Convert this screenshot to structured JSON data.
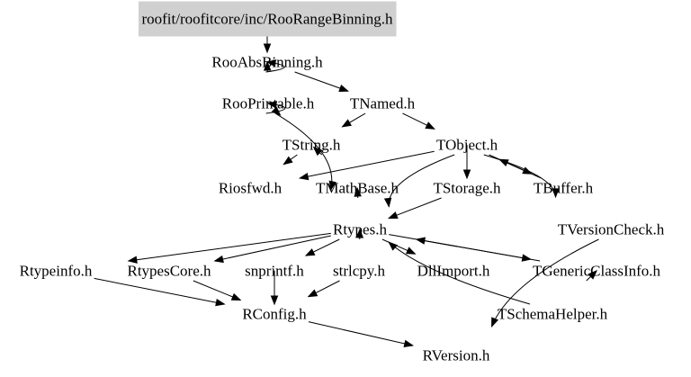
{
  "diagram": {
    "root": {
      "id": "root",
      "label": "roofit/roofitcore/inc/RooRangeBinning.h"
    },
    "nodes": [
      {
        "id": "RooAbsBinning",
        "label": "RooAbsBinning.h"
      },
      {
        "id": "RooPrintable",
        "label": "RooPrintable.h"
      },
      {
        "id": "TNamed",
        "label": "TNamed.h"
      },
      {
        "id": "TString",
        "label": "TString.h"
      },
      {
        "id": "TObject",
        "label": "TObject.h"
      },
      {
        "id": "Riosfwd",
        "label": "Riosfwd.h"
      },
      {
        "id": "TMathBase",
        "label": "TMathBase.h"
      },
      {
        "id": "TStorage",
        "label": "TStorage.h"
      },
      {
        "id": "TBuffer",
        "label": "TBuffer.h"
      },
      {
        "id": "Rtypes",
        "label": "Rtypes.h"
      },
      {
        "id": "TVersionCheck",
        "label": "TVersionCheck.h"
      },
      {
        "id": "Rtypeinfo",
        "label": "Rtypeinfo.h"
      },
      {
        "id": "RtypesCore",
        "label": "RtypesCore.h"
      },
      {
        "id": "snprintf",
        "label": "snprintf.h"
      },
      {
        "id": "strlcpy",
        "label": "strlcpy.h"
      },
      {
        "id": "DllImport",
        "label": "DllImport.h"
      },
      {
        "id": "TGenericClassInfo",
        "label": "TGenericClassInfo.h"
      },
      {
        "id": "RConfig",
        "label": "RConfig.h"
      },
      {
        "id": "TSchemaHelper",
        "label": "TSchemaHelper.h"
      },
      {
        "id": "RVersion",
        "label": "RVersion.h"
      }
    ],
    "edges": [
      {
        "from": "root",
        "to": "RooAbsBinning"
      },
      {
        "from": "RooAbsBinning",
        "to": "RooPrintable"
      },
      {
        "from": "RooAbsBinning",
        "to": "TNamed"
      },
      {
        "from": "RooAbsBinning",
        "to": "Riosfwd"
      },
      {
        "from": "RooPrintable",
        "to": "TString"
      },
      {
        "from": "RooPrintable",
        "to": "Riosfwd"
      },
      {
        "from": "RooPrintable",
        "to": "Rtypes"
      },
      {
        "from": "TNamed",
        "to": "TString"
      },
      {
        "from": "TNamed",
        "to": "TObject"
      },
      {
        "from": "TString",
        "to": "Riosfwd"
      },
      {
        "from": "TString",
        "to": "TMathBase"
      },
      {
        "from": "TObject",
        "to": "Riosfwd"
      },
      {
        "from": "TObject",
        "to": "TStorage"
      },
      {
        "from": "TObject",
        "to": "TBuffer"
      },
      {
        "from": "TObject",
        "to": "Rtypes"
      },
      {
        "from": "TObject",
        "to": "TVersionCheck"
      },
      {
        "from": "TBuffer",
        "to": "TObject"
      },
      {
        "from": "TMathBase",
        "to": "Rtypes"
      },
      {
        "from": "TStorage",
        "to": "Rtypes"
      },
      {
        "from": "Rtypes",
        "to": "Rtypeinfo"
      },
      {
        "from": "Rtypes",
        "to": "RtypesCore"
      },
      {
        "from": "Rtypes",
        "to": "snprintf"
      },
      {
        "from": "Rtypes",
        "to": "strlcpy"
      },
      {
        "from": "Rtypes",
        "to": "DllImport"
      },
      {
        "from": "Rtypes",
        "to": "TGenericClassInfo"
      },
      {
        "from": "TGenericClassInfo",
        "to": "Rtypes"
      },
      {
        "from": "TGenericClassInfo",
        "to": "TSchemaHelper"
      },
      {
        "from": "TSchemaHelper",
        "to": "Rtypes"
      },
      {
        "from": "Rtypeinfo",
        "to": "RConfig"
      },
      {
        "from": "RtypesCore",
        "to": "RConfig"
      },
      {
        "from": "snprintf",
        "to": "RConfig"
      },
      {
        "from": "strlcpy",
        "to": "RConfig"
      },
      {
        "from": "RConfig",
        "to": "RVersion"
      },
      {
        "from": "TVersionCheck",
        "to": "RVersion"
      }
    ]
  }
}
